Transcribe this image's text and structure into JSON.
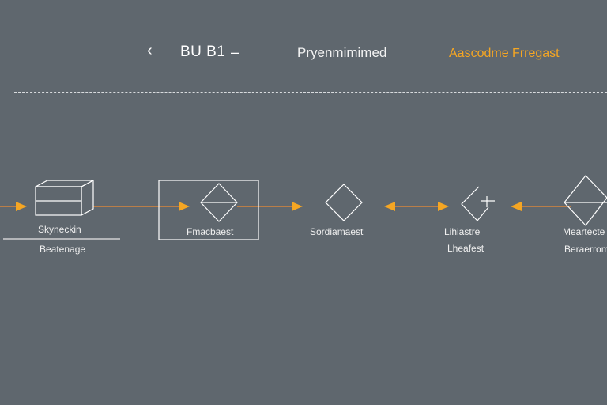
{
  "header": {
    "back_icon": "chevron-left-icon",
    "code": "BU B1",
    "dash": "–",
    "title": "Pryenmimimed",
    "accent_title": "Aascodme Frregast"
  },
  "colors": {
    "background": "#5f676e",
    "line": "#ffffff",
    "accent": "#f5a623",
    "connector": "#d9853b"
  },
  "nodes": [
    {
      "id": "box",
      "icon": "cube-icon",
      "labels": [
        "Skyneckin",
        "Beatenage"
      ]
    },
    {
      "id": "frame",
      "icon": "framed-diamond-icon",
      "labels": [
        "Fmacbaest"
      ]
    },
    {
      "id": "diamond",
      "icon": "diamond-icon",
      "labels": [
        "Sordiamaest"
      ]
    },
    {
      "id": "check",
      "icon": "check-diamond-icon",
      "labels": [
        "Lihiastre",
        "Lheafest"
      ]
    },
    {
      "id": "diamond-split",
      "icon": "split-diamond-icon",
      "labels": [
        "Meartecte",
        "Beraerrom"
      ]
    }
  ]
}
